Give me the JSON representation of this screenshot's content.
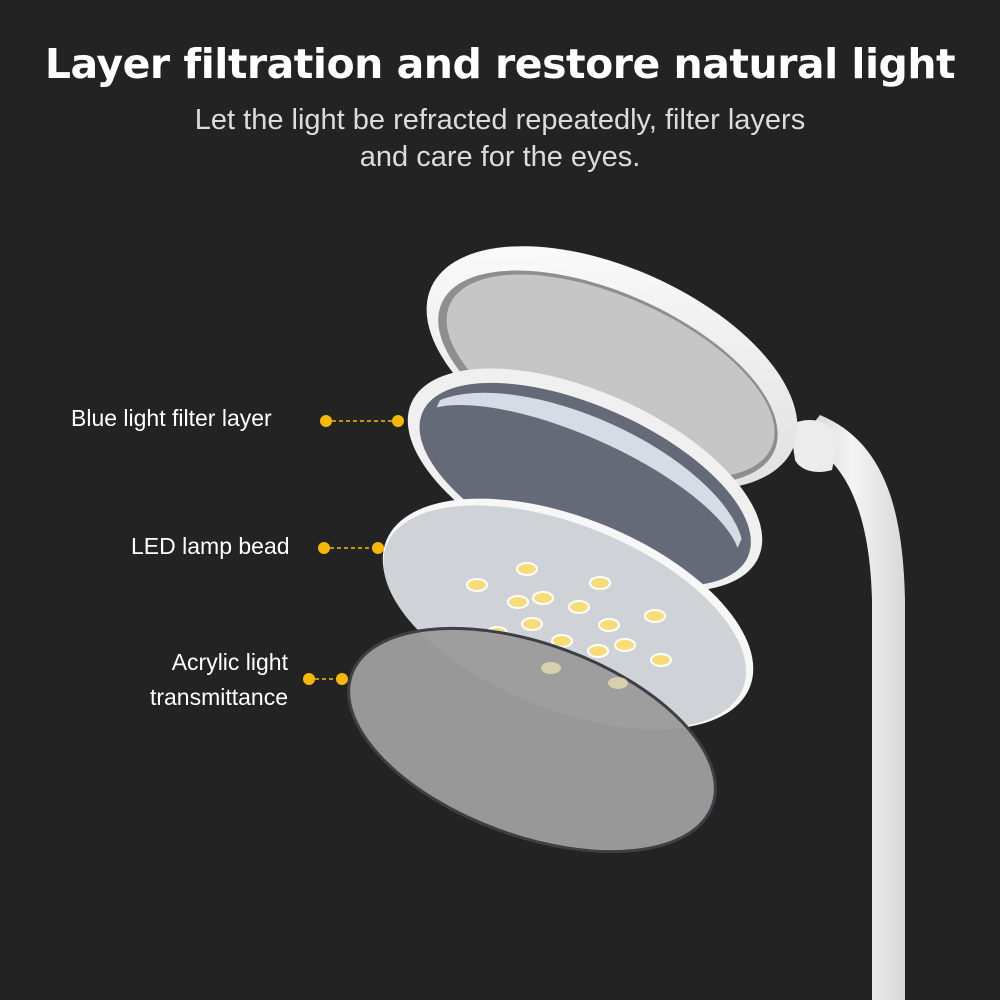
{
  "header": {
    "title": "Layer filtration and restore natural light",
    "subtitle_line1": "Let the light be refracted repeatedly, filter layers",
    "subtitle_line2": "and care for the eyes."
  },
  "callouts": [
    {
      "label": "Blue light filter layer"
    },
    {
      "label": "LED lamp bead"
    },
    {
      "label_line1": "Acrylic light",
      "label_line2": "transmittance"
    }
  ],
  "colors": {
    "background": "#232323",
    "accent_dot": "#f5b80a",
    "lamp_white": "#f2f2f2",
    "filter_dark": "#646a78",
    "led_plate": "#cfd2d6",
    "acrylic": "#9c9c9c",
    "led_bead": "#f7dc7a"
  },
  "led_count": 17
}
